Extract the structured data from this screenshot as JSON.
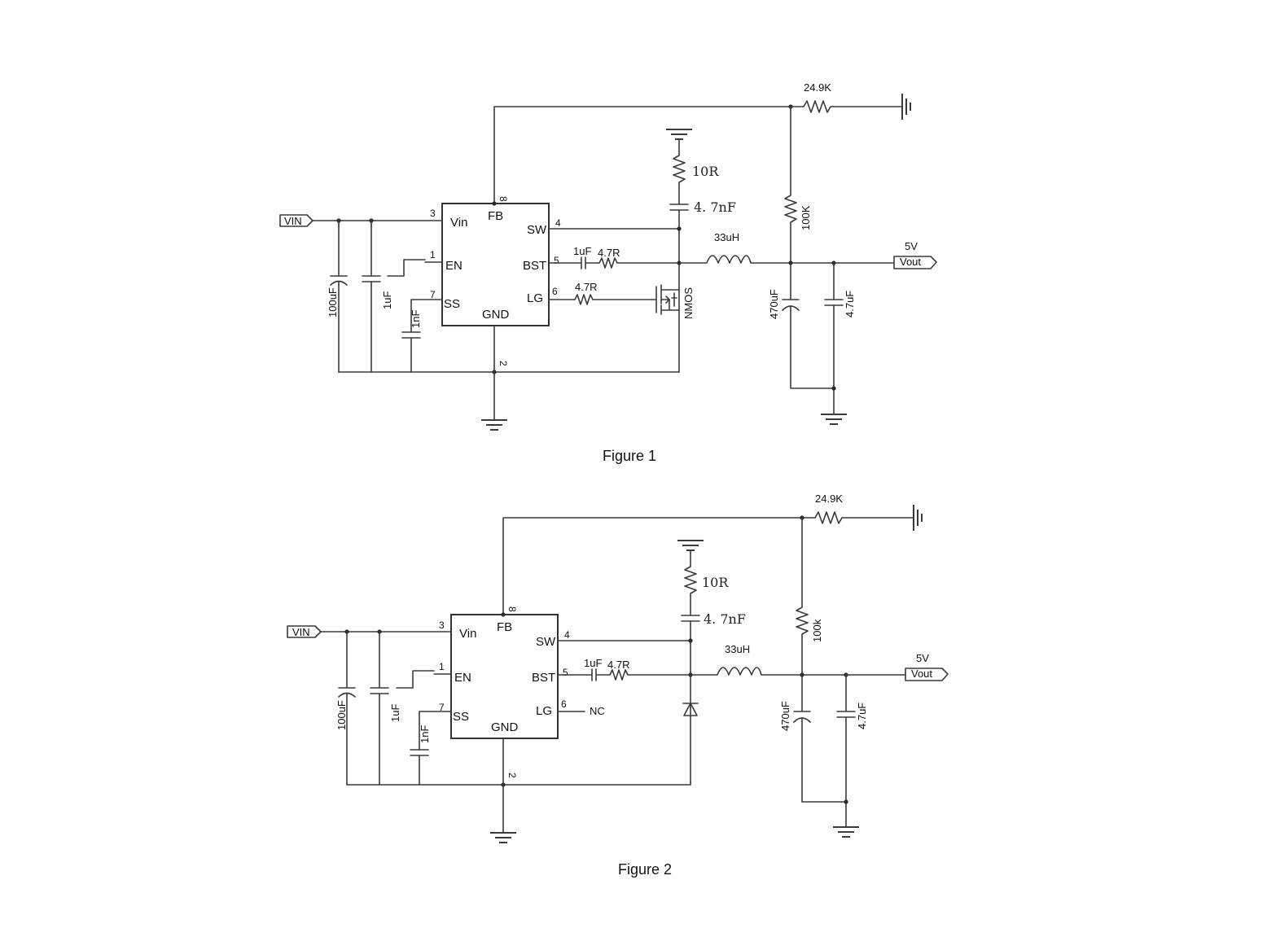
{
  "figures": [
    {
      "id": "figure-1",
      "caption": "Figure 1",
      "chip": {
        "pins": {
          "vin": "Vin",
          "fb": "FB",
          "sw": "SW",
          "en": "EN",
          "bst": "BST",
          "ss": "SS",
          "lg": "LG",
          "gnd": "GND"
        },
        "pin_numbers": {
          "vin": "3",
          "fb": "8",
          "sw": "4",
          "en": "1",
          "bst": "5",
          "ss": "7",
          "lg": "6",
          "gnd": "2"
        }
      },
      "ports": {
        "input": "VIN",
        "output": "Vout",
        "output_voltage": "5V"
      },
      "components": {
        "c_in_bulk": "100uF",
        "c_in": "1uF",
        "c_ss": "1nF",
        "c_bst": "1uF",
        "r_bst": "4.7R",
        "r_gate": "4.7R",
        "r_snubber": "10R",
        "c_snubber": "4. 7nF",
        "inductor": "33uH",
        "r_fb_top": "100K",
        "r_fb_bottom": "24.9K",
        "c_out_bulk": "470uF",
        "c_out": "4.7uF",
        "low_side": "NMOS"
      }
    },
    {
      "id": "figure-2",
      "caption": "Figure 2",
      "chip": {
        "pins": {
          "vin": "Vin",
          "fb": "FB",
          "sw": "SW",
          "en": "EN",
          "bst": "BST",
          "ss": "SS",
          "lg": "LG",
          "gnd": "GND"
        },
        "pin_numbers": {
          "vin": "3",
          "fb": "8",
          "sw": "4",
          "en": "1",
          "bst": "5",
          "ss": "7",
          "lg": "6",
          "gnd": "2"
        }
      },
      "ports": {
        "input": "VIN",
        "output": "Vout",
        "output_voltage": "5V"
      },
      "components": {
        "c_in_bulk": "100uF",
        "c_in": "1uF",
        "c_ss": "1nF",
        "c_bst": "1uF",
        "r_bst": "4.7R",
        "lg_note": "NC",
        "r_snubber": "10R",
        "c_snubber": "4. 7nF",
        "inductor": "33uH",
        "r_fb_top": "100k",
        "r_fb_bottom": "24.9K",
        "c_out_bulk": "470uF",
        "c_out": "4.7uF"
      }
    }
  ]
}
